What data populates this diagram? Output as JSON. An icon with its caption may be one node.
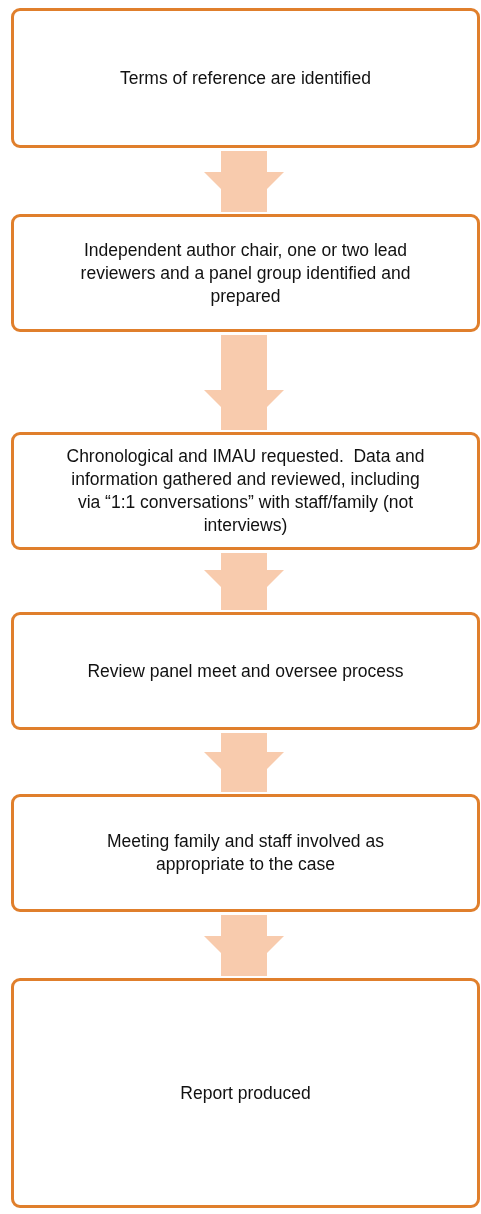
{
  "diagram": {
    "nodes": [
      {
        "text": [
          "Terms of reference are identified"
        ]
      },
      {
        "text": [
          "Independent author chair, one or two lead reviewers and a panel group identified and prepared"
        ]
      },
      {
        "text": [
          "Chronological and IMAU requested.  Data and information gathered and reviewed, including via “1:1 conversations” with staff/family (not interviews)"
        ]
      },
      {
        "text": [
          "Review panel meet and oversee process"
        ]
      },
      {
        "text": [
          "Meeting family and staff involved as appropriate to the case"
        ]
      },
      {
        "text": [
          "Report produced"
        ]
      }
    ],
    "edges": [
      {
        "from": 0,
        "to": 1,
        "arrow": "to"
      },
      {
        "from": 1,
        "to": 2,
        "arrow": "to"
      },
      {
        "from": 2,
        "to": 3,
        "arrow": "to"
      },
      {
        "from": 3,
        "to": 4,
        "arrow": "to"
      },
      {
        "from": 4,
        "to": 5,
        "arrow": "to"
      }
    ]
  }
}
